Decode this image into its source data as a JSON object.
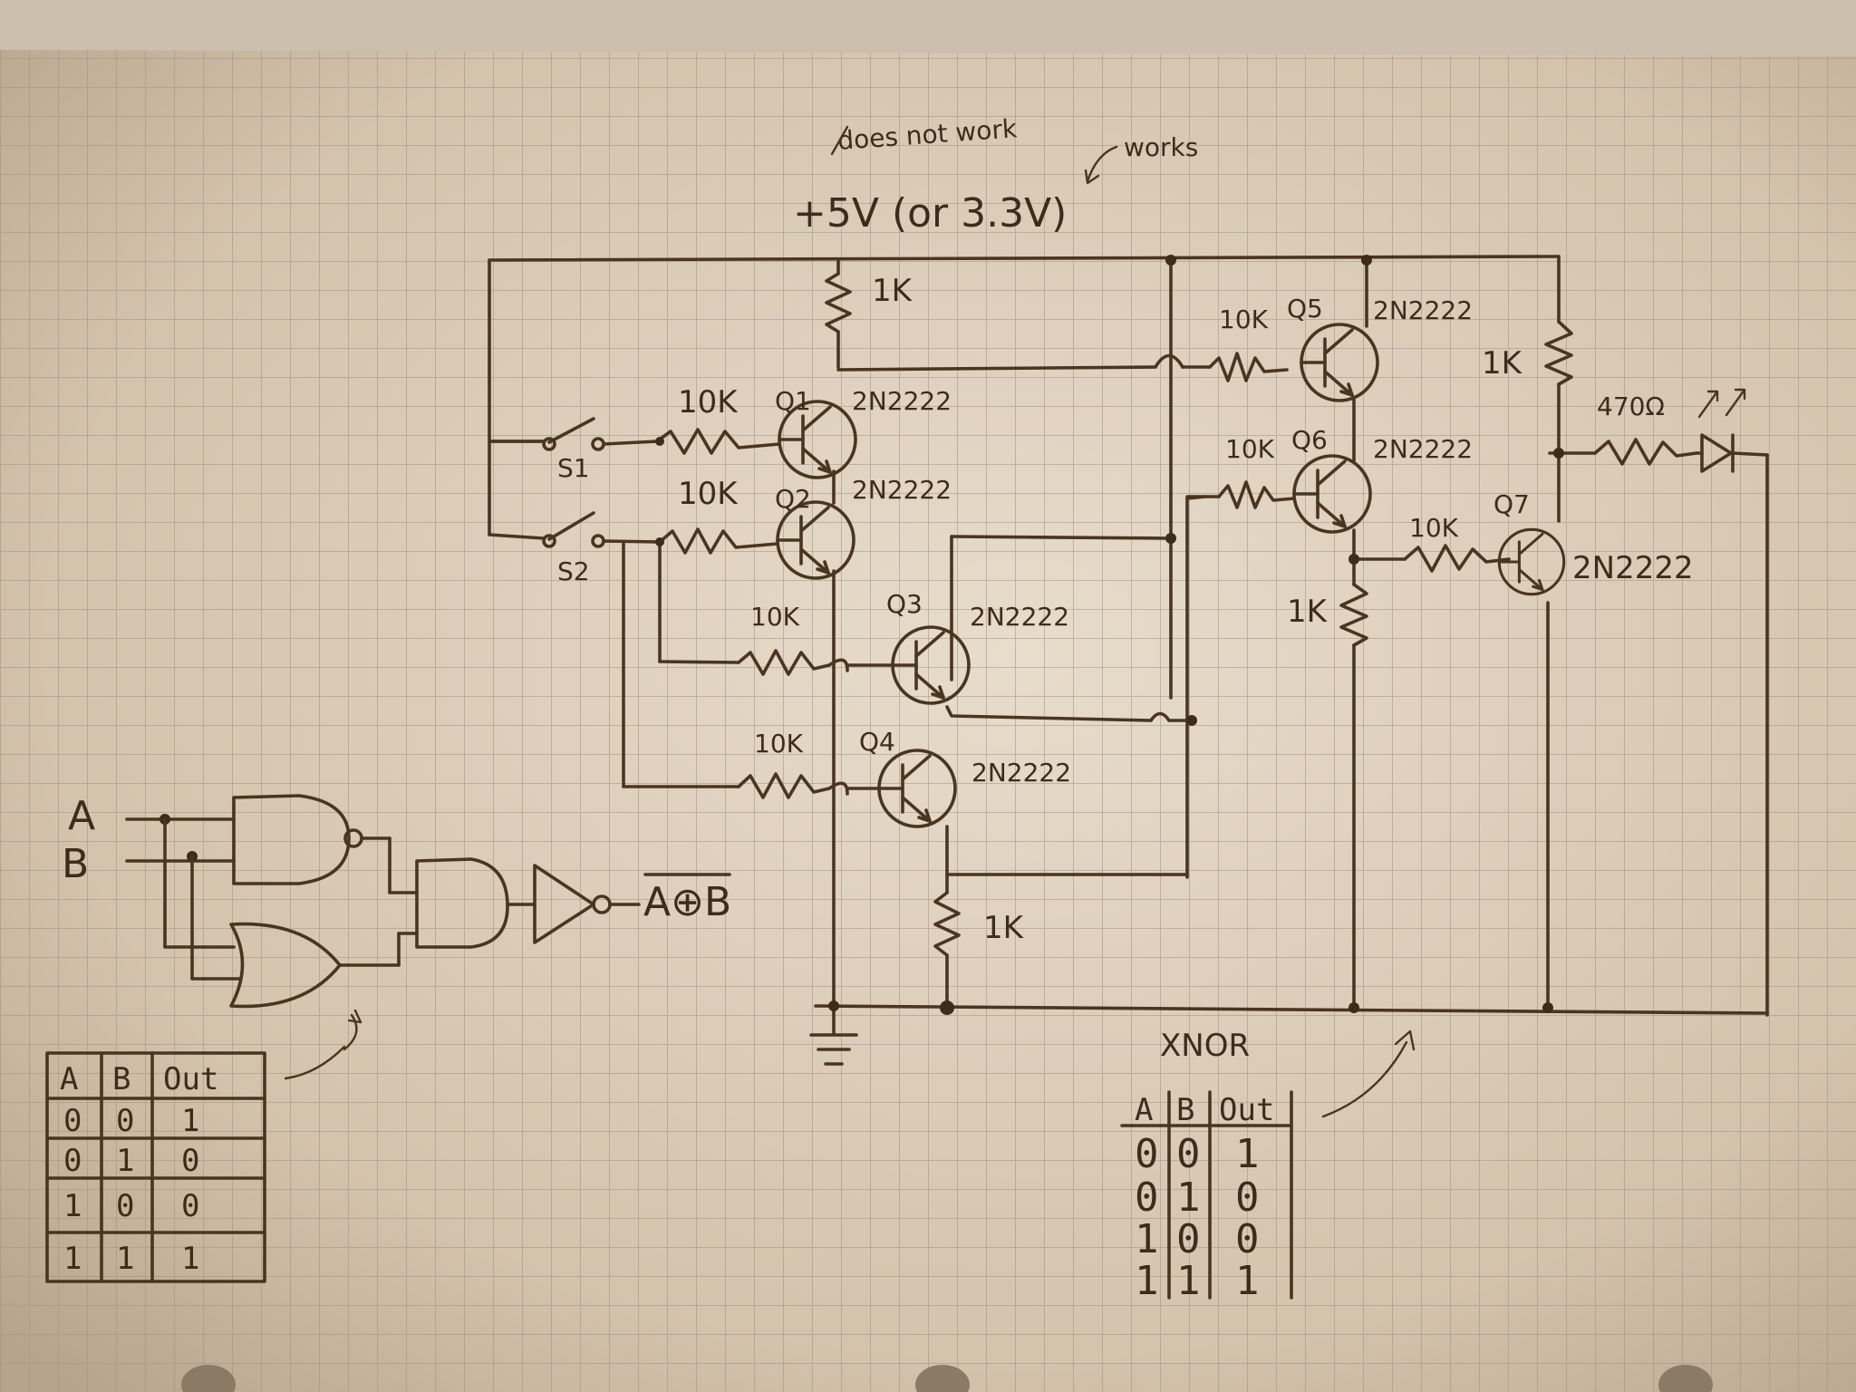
{
  "annotations": {
    "does_not_work": "does not work",
    "works": "works"
  },
  "supply": {
    "label": "+5V (or 3.3V)"
  },
  "components": {
    "r_q1_collector": "1K",
    "q1": {
      "name": "Q1",
      "part": "2N2222",
      "base_resistor": "10K"
    },
    "q2": {
      "name": "Q2",
      "part": "2N2222",
      "base_resistor": "10K"
    },
    "q3": {
      "name": "Q3",
      "part": "2N2222",
      "base_resistor": "10K"
    },
    "q4": {
      "name": "Q4",
      "part": "2N2222",
      "base_resistor": "10K"
    },
    "r_q4_emitter": "1K",
    "q5": {
      "name": "Q5",
      "part": "2N2222",
      "base_resistor": "10K"
    },
    "q6": {
      "name": "Q6",
      "part": "2N2222",
      "base_resistor": "10K"
    },
    "r_q6_emitter": "1K",
    "q7": {
      "name": "Q7",
      "part": "2N2222",
      "base_resistor": "10K"
    },
    "r_q7_collector": "1K",
    "r_led": "470Ω",
    "switch1": "S1",
    "switch2": "S2"
  },
  "logic": {
    "input_a": "A",
    "input_b": "B",
    "output": "A⊕B"
  },
  "left_table": {
    "headers": [
      "A",
      "B",
      "Out"
    ],
    "rows": [
      [
        "0",
        "0",
        "1"
      ],
      [
        "0",
        "1",
        "0"
      ],
      [
        "1",
        "0",
        "0"
      ],
      [
        "1",
        "1",
        "1"
      ]
    ]
  },
  "xnor_table": {
    "title": "XNOR",
    "headers": [
      "A",
      "B",
      "Out"
    ],
    "rows": [
      [
        "0",
        "0",
        "1"
      ],
      [
        "0",
        "1",
        "0"
      ],
      [
        "1",
        "0",
        "0"
      ],
      [
        "1",
        "1",
        "1"
      ]
    ]
  }
}
